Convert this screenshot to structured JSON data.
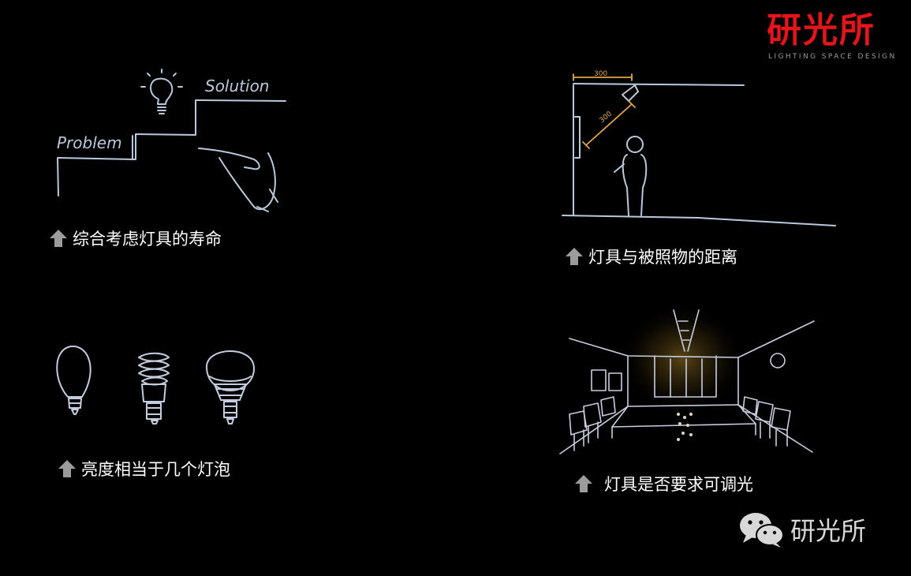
{
  "brand": {
    "name": "研光所",
    "subtitle": "LIGHTING SPACE DESIGN",
    "color": "#e3141a"
  },
  "sketches": {
    "problem_solution": {
      "labels": [
        "Problem",
        "Solution"
      ]
    },
    "distance": {
      "dimension_labels": [
        "300",
        "300"
      ]
    }
  },
  "captions": {
    "lifespan": "综合考虑灯具的寿命",
    "distance": "灯具与被照物的距离",
    "brightness": "亮度相当于几个灯泡",
    "dimming": "灯具是否要求可调光"
  },
  "icons": {
    "caption_marker": "up-arrow-icon",
    "watermark": "wechat-icon"
  },
  "watermark": {
    "text": "研光所"
  }
}
